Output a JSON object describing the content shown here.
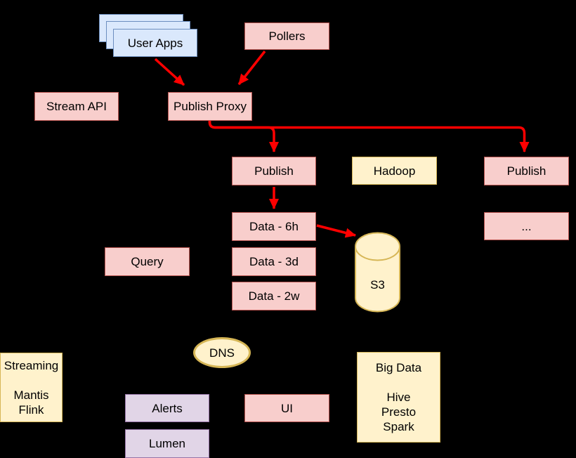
{
  "diagram": {
    "background_color": "#000000",
    "arrow_color": "#FF0000",
    "palette": {
      "pink_fill": "#F8CECC",
      "pink_stroke": "#B85450",
      "blue_fill": "#DAE8FC",
      "blue_stroke": "#6C8EBF",
      "yellow_fill": "#FFF2CC",
      "yellow_stroke": "#D6B656",
      "purple_fill": "#E1D5E7",
      "purple_stroke": "#9673A6"
    },
    "nodes": {
      "user_apps": {
        "label": "User Apps"
      },
      "pollers": {
        "label": "Pollers"
      },
      "stream_api": {
        "label": "Stream API"
      },
      "publish_proxy": {
        "label": "Publish Proxy"
      },
      "publish_left": {
        "label": "Publish"
      },
      "hadoop": {
        "label": "Hadoop"
      },
      "publish_right": {
        "label": "Publish"
      },
      "data_6h": {
        "label": "Data - 6h"
      },
      "ellipsis": {
        "label": "..."
      },
      "query": {
        "label": "Query"
      },
      "data_3d": {
        "label": "Data - 3d"
      },
      "data_2w": {
        "label": "Data - 2w"
      },
      "s3": {
        "label": "S3"
      },
      "dns": {
        "label": "DNS"
      },
      "streaming": {
        "label": "Streaming\n\nMantis\nFlink"
      },
      "alerts": {
        "label": "Alerts"
      },
      "lumen": {
        "label": "Lumen"
      },
      "ui": {
        "label": "UI"
      },
      "big_data": {
        "label": "Big Data\n\nHive\nPresto\nSpark"
      }
    },
    "edges": [
      {
        "from": "User Apps",
        "to": "Publish Proxy"
      },
      {
        "from": "Pollers",
        "to": "Publish Proxy"
      },
      {
        "from": "Publish Proxy",
        "to": "Publish (left)"
      },
      {
        "from": "Publish Proxy",
        "to": "Publish (right)"
      },
      {
        "from": "Publish (left)",
        "to": "Data - 6h"
      },
      {
        "from": "Data - 6h",
        "to": "S3"
      }
    ]
  }
}
